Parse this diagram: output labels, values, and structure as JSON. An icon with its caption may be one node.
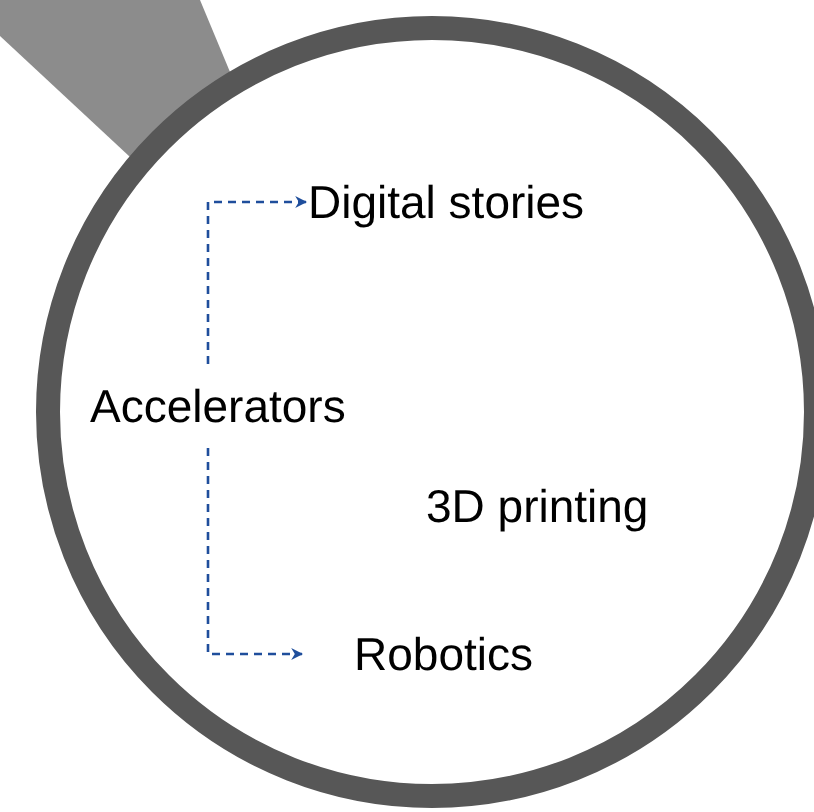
{
  "diagram": {
    "nodes": [
      {
        "text": [
          "Accelerators"
        ]
      },
      {
        "text": [
          "Digital stories"
        ]
      },
      {
        "text": [
          "Robotics"
        ]
      }
    ],
    "edges": [
      {
        "from": 0,
        "to": 1,
        "arrow": "to",
        "style": "dashed"
      },
      {
        "from": 0,
        "to": 2,
        "arrow": "to",
        "style": "dashed"
      }
    ],
    "labels": [
      "3D printing"
    ]
  }
}
